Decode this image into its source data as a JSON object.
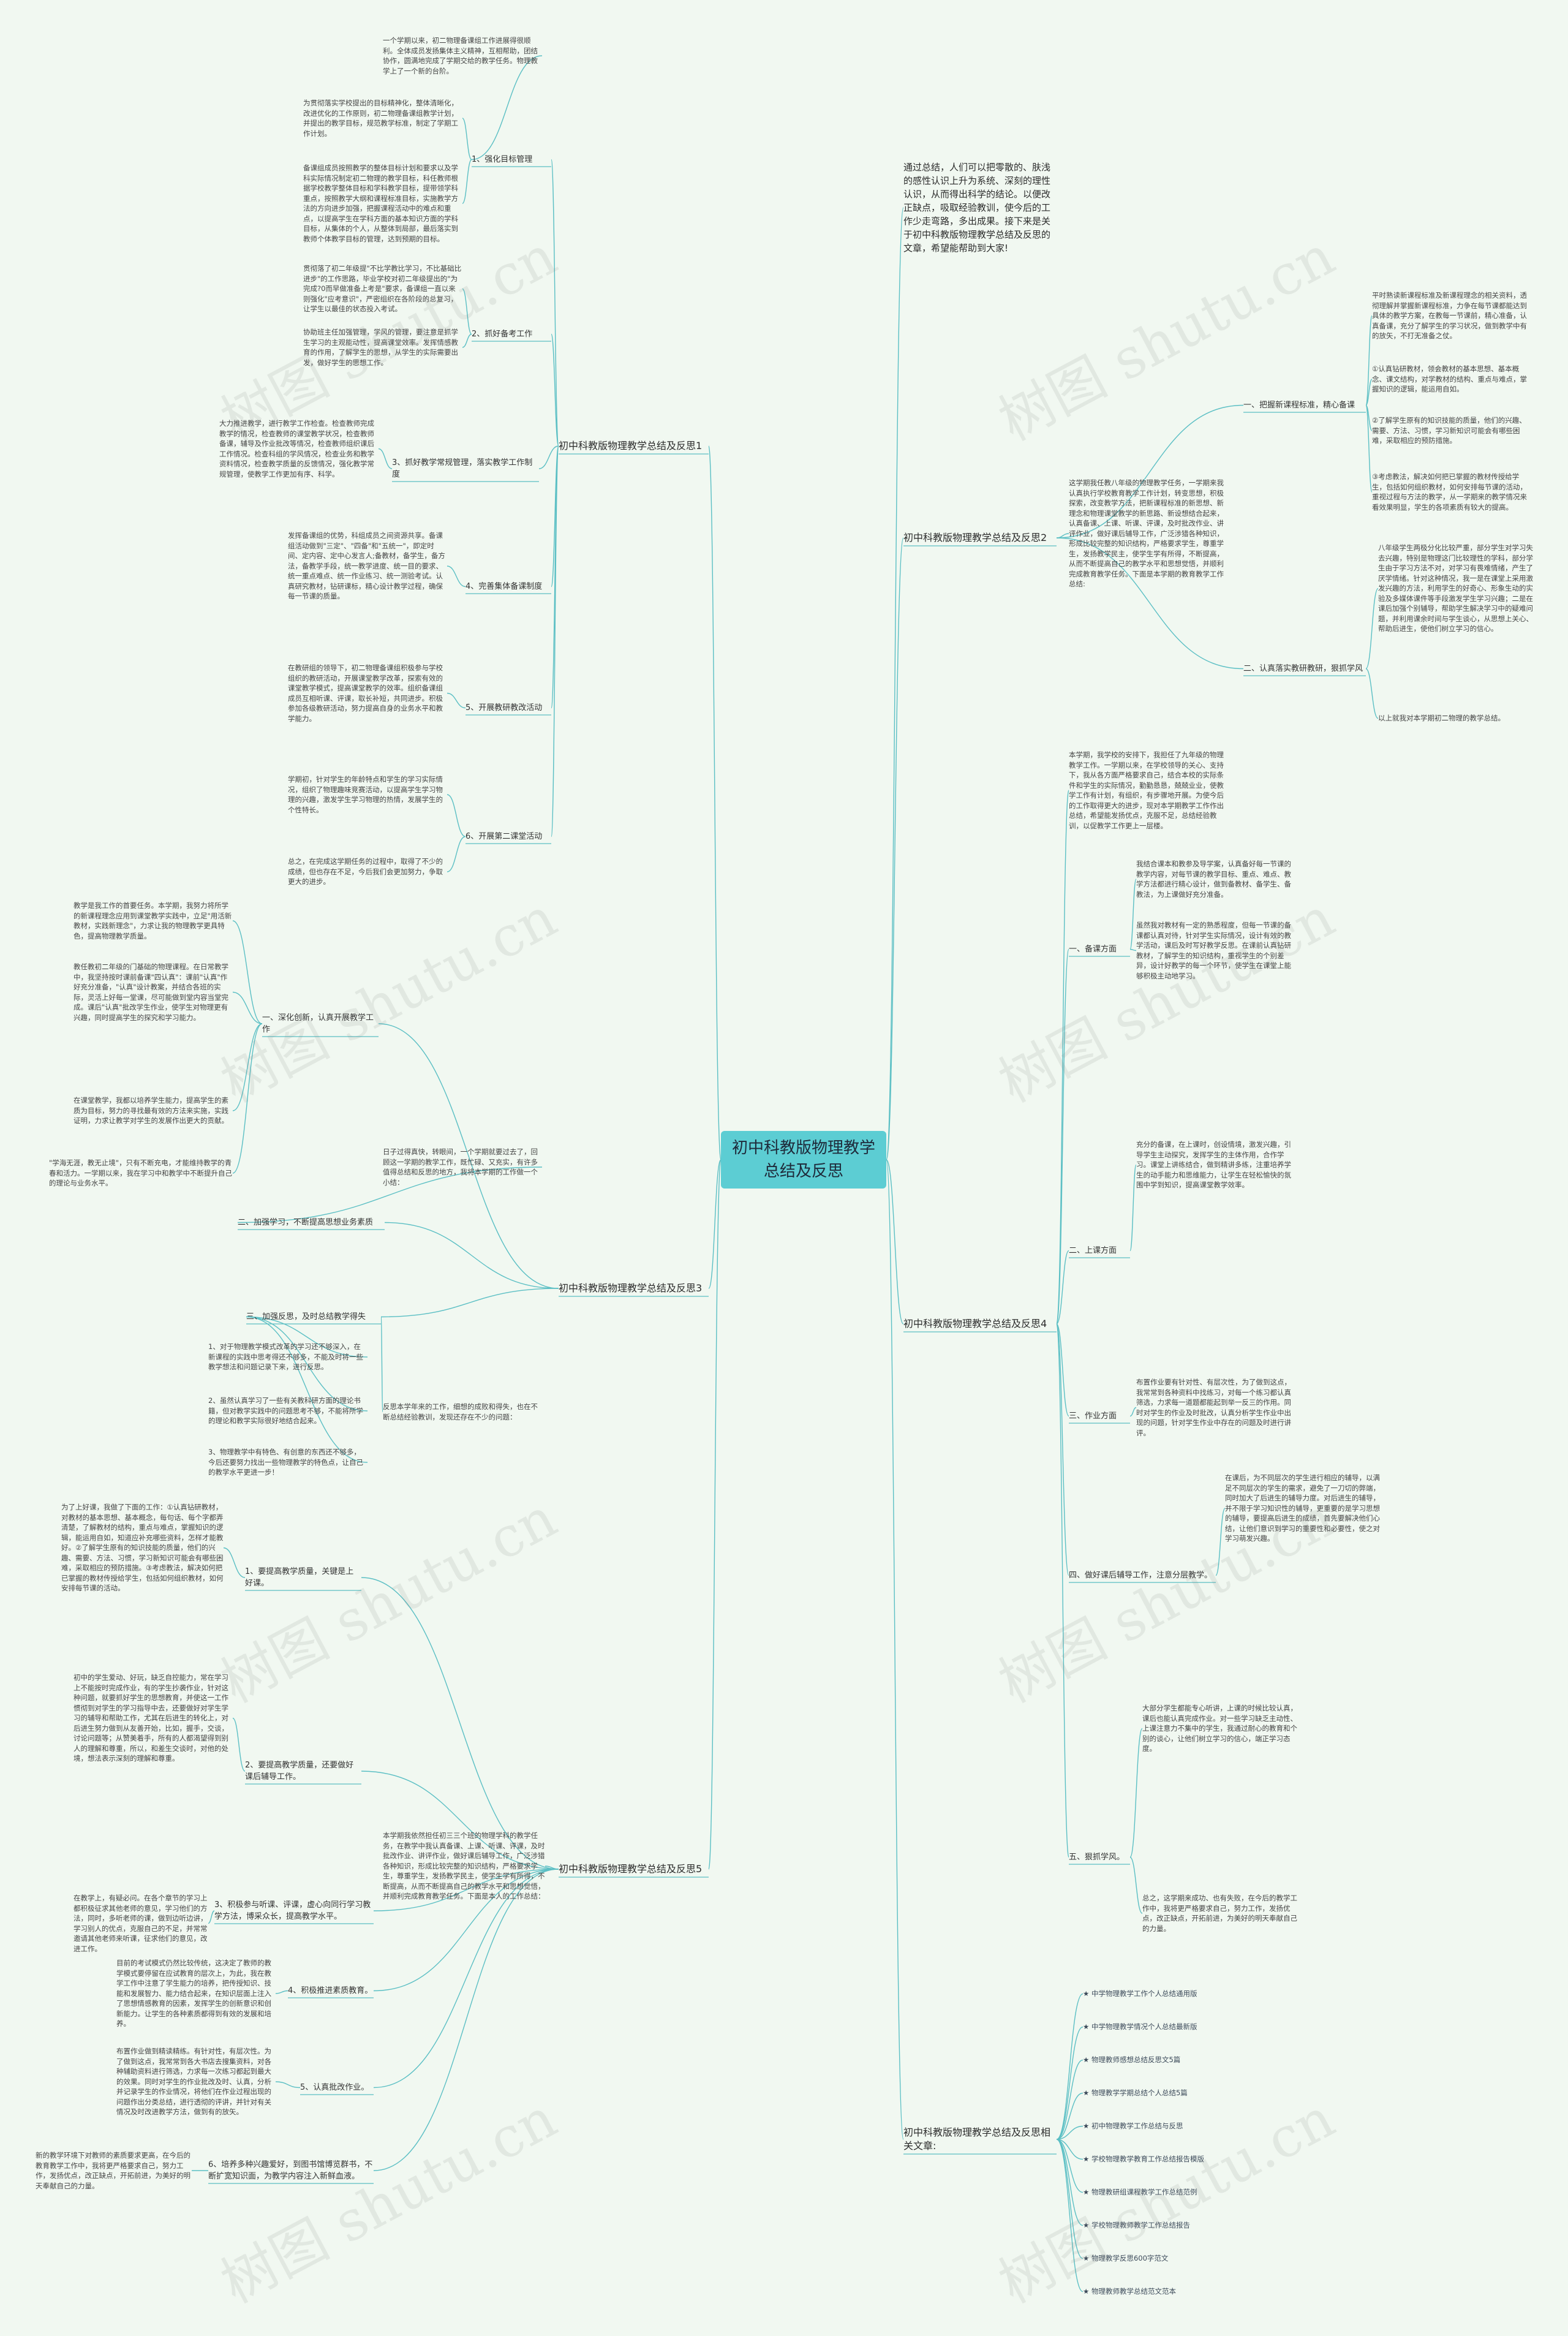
{
  "root": "初中科教版物理教学总结及反思",
  "intro": "通过总结，人们可以把零散的、肤浅的感性认识上升为系统、深刻的理性认识，从而得出科学的结论。以便改正缺点，吸取经验教训，使今后的工作少走弯路，多出成果。接下来是关于初中科教版物理教学总结及反思的文章，希望能帮助到大家!",
  "branches": {
    "b1": {
      "title": "初中科教版物理教学总结及反思1",
      "subs": {
        "s1": {
          "label": "1、强化目标管理",
          "leaves": [
            "一个学期以来，初二物理备课组工作进展得很顺利。全体成员发扬集体主义精神，互相帮助，团结协作，圆满地完成了学期交给的教学任务。物理教学上了一个新的台阶。",
            "为贯彻落实学校提出的目标精神化，整体清晰化，改进优化的工作原则，初二物理备课组教学计划，并提出的教学目标，规范教学标准，制定了学期工作计划。",
            "备课组成员按照教学的整体目标计划和要求以及学科实际情况制定初二物理的教学目标，科任教师根据学校教学整体目标和学科教学目标，提带领学科重点，按照教学大纲和课程标准目标，实施教学方法的方向进步加强，把握课程活动中的难点和重点，以提高学生在学科方面的基本知识方面的学科目标，从集体的个人，从整体到局部，最后落实到教师个体教学目标的管理，达到预期的目标。"
          ]
        },
        "s2": {
          "label": "2、抓好备考工作",
          "leaves": [
            "贯彻落了初二年级提\"不比学教比学习，不比基础比进步\"的工作思路，毕业学校对初二年级提出的\"为完成?0而早做准备上考是\"要求，备课组一直以来则强化\"应考意识\"，严密组织在各阶段的总复习，让学生以最佳的状态投入考试。",
            "协助班主任加强管理，学风的管理，要注意是抓学生学习的主观能动性，提高课堂效率。发挥情感教育的作用，了解学生的思想，从学生的实际需要出发，做好学生的思想工作。"
          ]
        },
        "s3": {
          "label": "3、抓好教学常规管理，落实教学工作制度",
          "leaves": [
            "大力推进教学，进行教学工作检查。检查教师完成教学的情况，检查教师的课堂教学状况，检查教师备课，辅导及作业批改等情况，检查教师组织课后工作情况。检查科组的学风情况，检查业务和教学资料情况，检查教学质量的反馈情况，强化教学常规管理，使教学工作更加有序、科学。"
          ]
        },
        "s4": {
          "label": "4、完善集体备课制度",
          "leaves": [
            "发挥备课组的优势，科组成员之间资源共享。备课组活动做到\"三定\"、\"四备\"和\"五统一\"，即定时间、定内容、定中心发言人;备教材，备学生，备方法，备教学手段，统一教学进度、统一目的要求、统一重点难点、统一作业练习、统一测验考试。认真研究教材，钻研课标，精心设计教学过程，确保每一节课的质量。"
          ]
        },
        "s5": {
          "label": "5、开展教研教改活动",
          "leaves": [
            "在教研组的领导下，初二物理备课组积极参与学校组织的教研活动，开展课堂教学改革，探索有效的课堂教学模式，提高课堂教学的效率。组织备课组成员互相听课、评课，取长补短，共同进步。积极参加各级教研活动，努力提高自身的业务水平和教学能力。"
          ]
        },
        "s6": {
          "label": "6、开展第二课堂活动",
          "leaves": [
            "学期初，针对学生的年龄特点和学生的学习实际情况，组织了物理趣味竞赛活动，以提高学生学习物理的兴趣，激发学生学习物理的热情，发展学生的个性特长。",
            "总之，在完成这学期任务的过程中，取得了不少的成绩，但也存在不足，今后我们会更加努力，争取更大的进步。"
          ]
        }
      }
    },
    "b2": {
      "title": "初中科教版物理教学总结及反思2",
      "desc": "这学期我任教八年级的物理教学任务，一学期来我认真执行学校教育教学工作计划，转变思想，积极探索，改变教学方法，把新课程标准的新思想、新理念和物理课堂教学的新思路、新设想结合起来，认真备课、上课、听课、评课，及时批改作业、讲评作业，做好课后辅导工作，广泛涉猎各种知识，形成比较完整的知识结构，严格要求学生，尊重学生，发扬教学民主，使学生学有所得，不断提高，从而不断提高自己的教学水平和思想觉悟，并顺利完成教育教学任务。下面是本学期的教育教学工作总结:",
      "subs": {
        "s1": {
          "label": "一、把握新课程标准，精心备课",
          "leaves": [
            "平时熟读新课程标准及新课程理念的相关资料，透彻理解并掌握新课程标准，力争在每节课都能达到具体的教学方案，在教每一节课前，精心准备，认真备课，充分了解学生的学习状况，做到教学中有的放矢，不打无准备之仗。",
            "①认真钻研教材，领会教材的基本思想、基本概念、课文结构，对学教材的结构、重点与难点，掌握知识的逻辑，能运用自如。",
            "②了解学生原有的知识技能的质量，他们的兴趣、需要、方法、习惯，学习新知识可能会有哪些困难，采取相应的预防措施。",
            "③考虑教法，解决如何把已掌握的教材传授给学生，包括如何组织教材，如何安排每节课的活动，重视过程与方法的教学，从一学期来的教学情况来看效果明显，学生的各项素质有较大的提高。"
          ]
        },
        "s2": {
          "label": "二、认真落实教研教研，狠抓学风",
          "leaves": [
            "八年级学生两极分化比较严重，部分学生对学习失去兴趣，特别是物理这门比较理性的学科，部分学生由于学习方法不对，对学习有畏难情绪，产生了厌学情绪。针对这种情况，我一是在课堂上采用激发兴趣的方法，利用学生的好奇心、形象生动的实验及多媒体课件等手段激发学生学习兴趣；二是在课后加强个别辅导，帮助学生解决学习中的疑难问题，并利用课余时间与学生谈心，从思想上关心、帮助后进生，使他们树立学习的信心。",
            "以上就我对本学期初二物理的教学总结。"
          ]
        }
      }
    },
    "b3": {
      "title": "初中科教版物理教学总结及反思3",
      "subs": {
        "s1": {
          "label": "一、深化创新，认真开展教学工作",
          "leaves": [
            "教学是我工作的首要任务。本学期，我努力将所学的新课程理念应用到课堂教学实践中，立足\"用活新教材，实践新理念\"，力求让我的物理教学更具特色，提高物理教学质量。",
            "教任教初二年级的门基础的物理课程。在日常教学中，我坚持按时课前备课\"四认真\"：课前\"认真\"作好充分准备，\"认真\"设计教案，并结合各班的实际，灵活上好每一堂课，尽可能做到堂内容当堂完成。课后\"认真\"批改学生作业，使学生对物理更有兴趣，同时提高学生的探究和学习能力。",
            "在课堂教学，我都以培养学生能力，提高学生的素质为目标，努力的寻找最有效的方法来实施，实践证明，力求让教学对学生的发展作出更大的贡献。",
            "\"学海无涯，教无止境\"，只有不断充电，才能维持教学的青春和活力。一学期以来，我在学习中和教学中不断提升自己的理论与业务水平。"
          ]
        },
        "s2": {
          "label": "二、加强学习，不断提高思想业务素质",
          "leaves": [
            "日子过得真快，转眼间，一个学期就要过去了，回顾这一学期的教学工作，既忙碌、又充实，有许多值得总结和反思的地方，我将本学期的工作做一个小结："
          ]
        },
        "s3": {
          "label": "三、加强反思，及时总结教学得失",
          "leaves": [
            "1、对于物理教学模式改革的学习还不够深入，在新课程的实践中思考得还不够多，不能及时将一些教学想法和问题记录下来，进行反思。",
            "2、虽然认真学习了一些有关教科研方面的理论书籍，但对教学实践中的问题思考不够，不能将所学的理论和教学实际很好地结合起来。",
            "3、物理教学中有特色、有创意的东西还不够多，今后还要努力找出一些物理教学的特色点，让自己的教学水平更进一步！"
          ],
          "note": "反思本学年来的工作，细想的成败和得失，也在不断总结经验教训，发现还存在不少的问题："
        }
      }
    },
    "b4": {
      "title": "初中科教版物理教学总结及反思4",
      "desc": "本学期，我学校的安排下，我担任了九年级的物理教学工作。一学期以来，在学校领导的关心、支持下，我从各方面严格要求自己，结合本校的实际条件和学生的实际情况，勤勤恳恳，兢兢业业，使教学工作有计划，有组织，有步骤地开展。为使今后的工作取得更大的进步，现对本学期教学工作作出总结，希望能发扬优点，克服不足，总结经验教训，以促教学工作更上一层楼。",
      "subs": {
        "s1": {
          "label": "一、备课方面",
          "leaves": [
            "我结合课本和教参及导学案，认真备好每一节课的教学内容，对每节课的教学目标、重点、难点、教学方法都进行精心设计，做到备教材、备学生、备教法，为上课做好充分准备。",
            "虽然我对教材有一定的熟悉程度，但每一节课的备课都认真对待，针对学生实际情况，设计有效的教学活动，课后及时写好教学反思。在课前认真钻研教材，了解学生的知识结构，重视学生的个别差异，设计好教学的每一个环节，使学生在课堂上能够积极主动地学习。"
          ]
        },
        "s2": {
          "label": "二、上课方面",
          "leaves": [
            "充分的备课，在上课时，创设情境，激发兴趣，引导学生主动探究，发挥学生的主体作用，合作学习。课堂上讲练结合，做到精讲多练，注重培养学生的动手能力和思维能力，让学生在轻松愉快的氛围中学到知识，提高课堂教学效率。"
          ]
        },
        "s3": {
          "label": "三、作业方面",
          "leaves": [
            "布置作业要有针对性、有层次性，为了做到这点，我常常到各种资料中找练习，对每一个练习都认真筛选，力求每一道题都能起到举一反三的作用。同时对学生的作业及时批改，认真分析学生作业中出现的问题，针对学生作业中存在的问题及时进行讲评。"
          ]
        },
        "s4": {
          "label": "四、做好课后辅导工作，注意分层教学。",
          "leaves": [
            "在课后，为不同层次的学生进行相应的辅导，以满足不同层次的学生的需求，避免了一刀切的弊端，同时加大了后进生的辅导力度。对后进生的辅导，并不限于学习知识性的辅导，更重要的是学习思想的辅导，要提高后进生的成绩，首先要解决他们心结，让他们意识到学习的重要性和必要性，使之对学习萌发兴趣。"
          ]
        },
        "s5": {
          "label": "五、狠抓学风。",
          "leaves": [
            "大部分学生都能专心听讲，上课的时候比较认真，课后也能认真完成作业。对一些学习缺乏主动性、上课注意力不集中的学生，我通过耐心的教育和个别的谈心，让他们树立学习的信心，端正学习态度。",
            "总之，这学期来成功、也有失败，在今后的教学工作中，我将更严格要求自己，努力工作，发扬优点，改正缺点，开拓前进，为美好的明天奉献自己的力量。"
          ]
        }
      }
    },
    "b5": {
      "title": "初中科教版物理教学总结及反思5",
      "desc": "本学期我依然担任初三三个班的物理学科的教学任务，在教学中我认真备课、上课、听课、评课，及时批改作业、讲评作业，做好课后辅导工作，广泛涉猎各种知识，形成比较完整的知识结构，严格要求学生，尊重学生，发扬教学民主，使学生学有所得，不断提高，从而不断提高自己的教学水平和思想觉悟，并顺利完成教育教学任务。下面是本人的工作总结：",
      "subs": {
        "s1": {
          "label": "1、要提高教学质量，关键是上好课。",
          "leaves": [
            "为了上好课，我做了下面的工作：①认真钻研教材，对教材的基本思想、基本概念，每句话、每个字都弄清楚，了解教材的结构，重点与难点，掌握知识的逻辑，能运用自如，知道应补充哪些资料，怎样才能教好。②了解学生原有的知识技能的质量，他们的兴趣、需要、方法、习惯，学习新知识可能会有哪些困难，采取相应的预防措施。③考虑教法，解决如何把已掌握的教材传授给学生，包括如何组织教材，如何安排每节课的活动。"
          ]
        },
        "s2": {
          "label": "2、要提高教学质量，还要做好课后辅导工作。",
          "leaves": [
            "初中的学生爱动、好玩，缺乏自控能力，常在学习上不能按时完成作业，有的学生抄袭作业，针对这种问题，就要抓好学生的思想教育，并使这一工作惯彻到对学生的学习指导中去，还要做好对学生学习的辅导和帮助工作，尤其在后进生的转化上，对后进生努力做到从友善开始，比如，握手，交谈，讨论问题等；从赞美着手，所有的人都渴望得到别人的理解和尊重，所以，和差生交谈时，对他的处境，想法表示深刻的理解和尊重。"
          ]
        },
        "s3": {
          "label": "3、积极参与听课、评课，虚心向同行学习教学方法，博采众长，提高教学水平。",
          "leaves": [
            "在教学上，有疑必问。在各个章节的学习上都积极征求其他老师的意见，学习他们的方法，同时，多听老师的课，做到边听边讲，学习别人的优点，克服自己的不足，并常常邀请其他老师来听课，征求他们的意见，改进工作。"
          ]
        },
        "s4": {
          "label": "4、积极推进素质教育。",
          "leaves": [
            "目前的考试模式仍然比较传统，这决定了教师的教学模式要停留在应试教育的层次上，为此，我在教学工作中注意了学生能力的培养，把传授知识、技能和发展智力、能力结合起来，在知识层面上注入了思想情感教育的因素，发挥学生的创新意识和创新能力。让学生的各种素质都得到有效的发展和培养。"
          ]
        },
        "s5": {
          "label": "5、认真批改作业。",
          "leaves": [
            "布置作业做到精读精练。有针对性，有层次性。为了做到这点，我常常到各大书店去搜集资料，对各种辅助资料进行筛选，力求每一次练习都起到最大的效果。同时对学生的作业批改及时、认真，分析并记录学生的作业情况，将他们在作业过程出现的问题作出分类总结，进行透彻的评讲，并针对有关情况及时改进教学方法，做到有的放矢。"
          ]
        },
        "s6": {
          "label": "6、培养多种兴趣爱好，到图书馆博览群书，不断扩宽知识面，为教学内容注入新鲜血液。",
          "leaves": [
            "新的教学环境下对教师的素质要求更高，在今后的教育教学工作中，我将更严格要求自己，努力工作，发扬优点，改正缺点，开拓前进，为美好的明天奉献自己的力量。"
          ]
        }
      }
    },
    "b6": {
      "title": "初中科教版物理教学总结及反思相关文章:",
      "links": [
        "★ 中学物理教学工作个人总结通用版",
        "★ 中学物理教学情况个人总结最新版",
        "★ 物理教师感想总结反思文5篇",
        "★ 物理教学学期总结个人总结5篇",
        "★ 初中物理教学工作总结与反思",
        "★ 学校物理教学教育工作总结报告模版",
        "★ 物理教研组课程教学工作总结范例",
        "★ 学校物理教师教学工作总结报告",
        "★ 物理教学反思600字范文",
        "★ 物理教师教学总结范文范本"
      ]
    }
  },
  "watermark": "树图 shutu.cn",
  "colors": {
    "line": "#5bbfc4",
    "root_bg": "#5ccdd3",
    "background": "#f1f8f1"
  }
}
